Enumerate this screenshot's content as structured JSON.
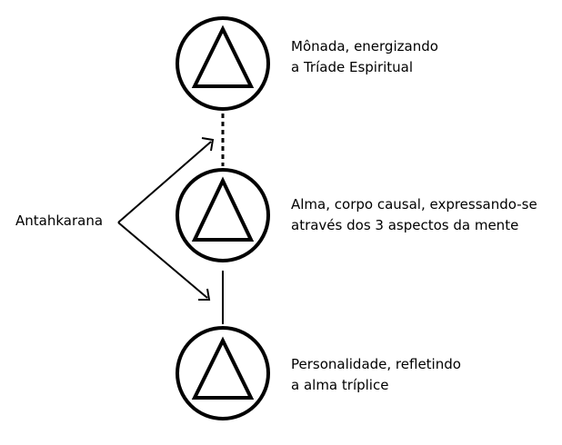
{
  "diagram": {
    "left_label": "Antahkarana",
    "levels": [
      {
        "line1": "Mônada, energizando",
        "line2": "a Tríade Espiritual"
      },
      {
        "line1": "Alma, corpo causal, expressando-se",
        "line2": "através dos 3 aspectos da mente"
      },
      {
        "line1": "Personalidade, refletindo",
        "line2": "a alma tríplice"
      }
    ],
    "colors": {
      "stroke": "#000000",
      "background": "#ffffff"
    }
  }
}
